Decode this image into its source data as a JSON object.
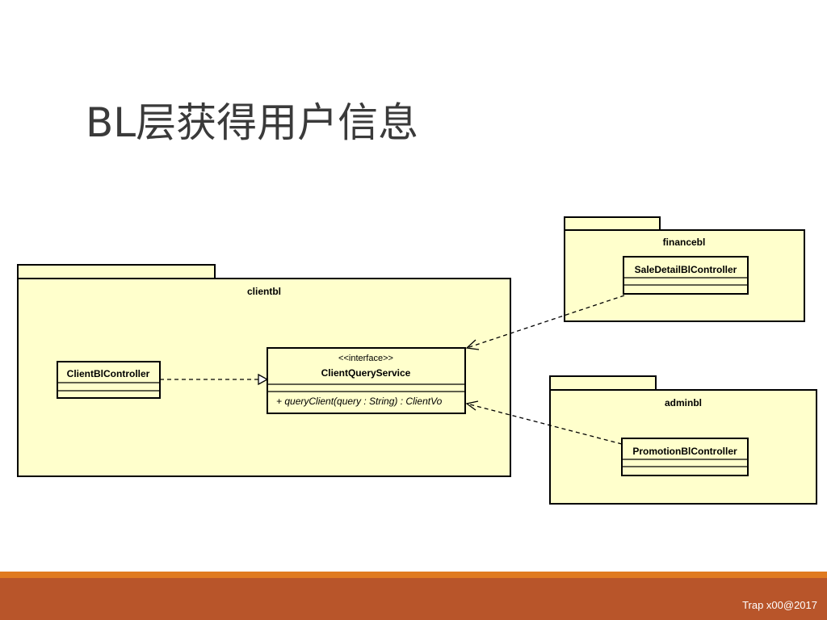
{
  "slide": {
    "title": "BL层获得用户信息",
    "footer": "Trap x00@2017"
  },
  "packages": [
    {
      "name": "clientbl"
    },
    {
      "name": "financebl"
    },
    {
      "name": "adminbl"
    }
  ],
  "classes": {
    "client_bl_controller": {
      "name": "ClientBlController"
    },
    "client_query_service": {
      "stereotype": "<<interface>>",
      "name": "ClientQueryService",
      "operation": "+ queryClient(query : String) : ClientVo"
    },
    "sale_detail_bl_controller": {
      "name": "SaleDetailBlController"
    },
    "promotion_bl_controller": {
      "name": "PromotionBlController"
    }
  },
  "colors": {
    "package_fill": "#ffffcc",
    "footer_accent": "#e07a1f",
    "footer_bar": "#b8552a"
  }
}
